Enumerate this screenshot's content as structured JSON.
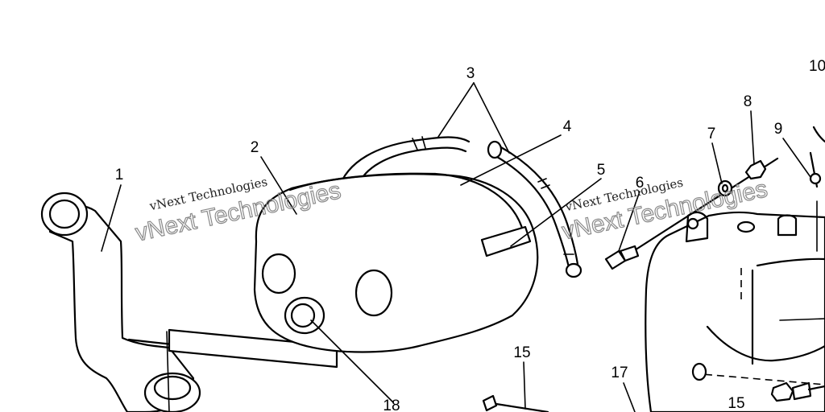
{
  "watermarks": [
    {
      "label": "vNext Technologies",
      "outline_text": "vNext Technologies"
    },
    {
      "label": "vNext Technologies",
      "outline_text": "vNext Technologies"
    }
  ],
  "callouts": [
    "1",
    "2",
    "3",
    "4",
    "5",
    "6",
    "7",
    "8",
    "9",
    "10",
    "15",
    "15",
    "17",
    "18"
  ]
}
